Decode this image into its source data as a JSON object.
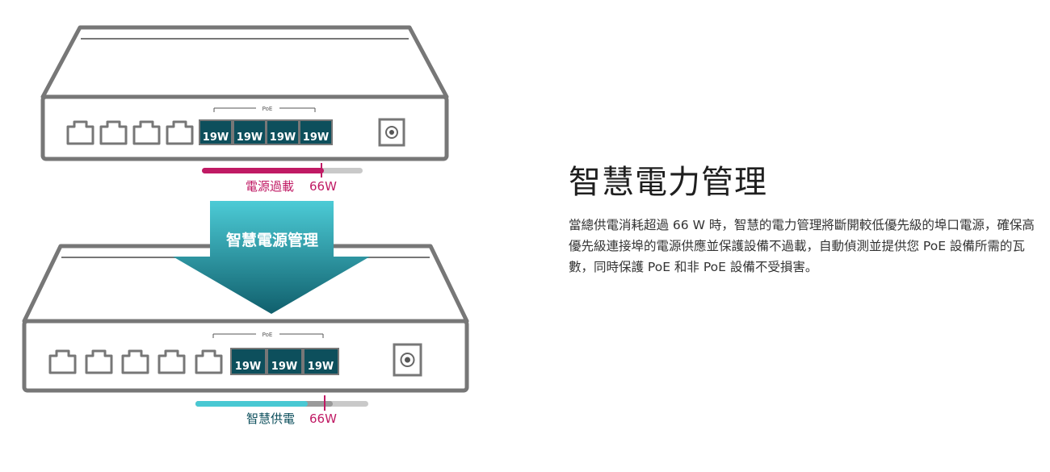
{
  "heading": "智慧電力管理",
  "description": "當總供電消耗超過 66 W 時，智慧的電力管理將斷開較低優先級的埠口電源，確保高優先級連接埠的電源供應並保護設備不過載，自動偵測並提供您 PoE 設備所需的瓦數，同時保護 PoE 和非 PoE 設備不受損害。",
  "diagram": {
    "arrow_label": "智慧電源管理",
    "top_switch": {
      "poe_label": "PoE",
      "port_labels": [
        "19W",
        "19W",
        "19W",
        "19W"
      ],
      "bar_label": "電源過載",
      "bar_value": "66W"
    },
    "bottom_switch": {
      "poe_label": "PoE",
      "port_labels": [
        "19W",
        "19W",
        "19W"
      ],
      "bar_label": "智慧供電",
      "bar_value": "66W"
    }
  },
  "colors": {
    "outline": "#777777",
    "poe_port": "#0d4f5c",
    "overload": "#c01a64",
    "smart": "#49c8d3",
    "bar_track": "#c9c9c9",
    "arrow_top": "#4ccbd6",
    "arrow_bottom": "#105f6c"
  }
}
